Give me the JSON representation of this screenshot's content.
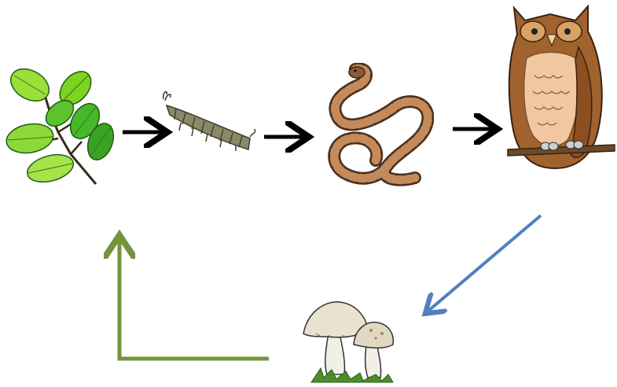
{
  "diagram": {
    "nodes": [
      {
        "id": "leaves",
        "icon": "leaf-branch-icon"
      },
      {
        "id": "caterpillar",
        "icon": "caterpillar-icon"
      },
      {
        "id": "snake",
        "icon": "snake-icon"
      },
      {
        "id": "owl",
        "icon": "owl-icon"
      },
      {
        "id": "mushrooms",
        "icon": "mushroom-icon"
      }
    ],
    "edges": [
      {
        "from": "leaves",
        "to": "caterpillar",
        "color": "#000000"
      },
      {
        "from": "caterpillar",
        "to": "snake",
        "color": "#000000"
      },
      {
        "from": "snake",
        "to": "owl",
        "color": "#000000"
      },
      {
        "from": "owl",
        "to": "mushrooms",
        "color": "#4f81bd"
      },
      {
        "from": "mushrooms",
        "to": "leaves",
        "color": "#76923c"
      }
    ]
  }
}
